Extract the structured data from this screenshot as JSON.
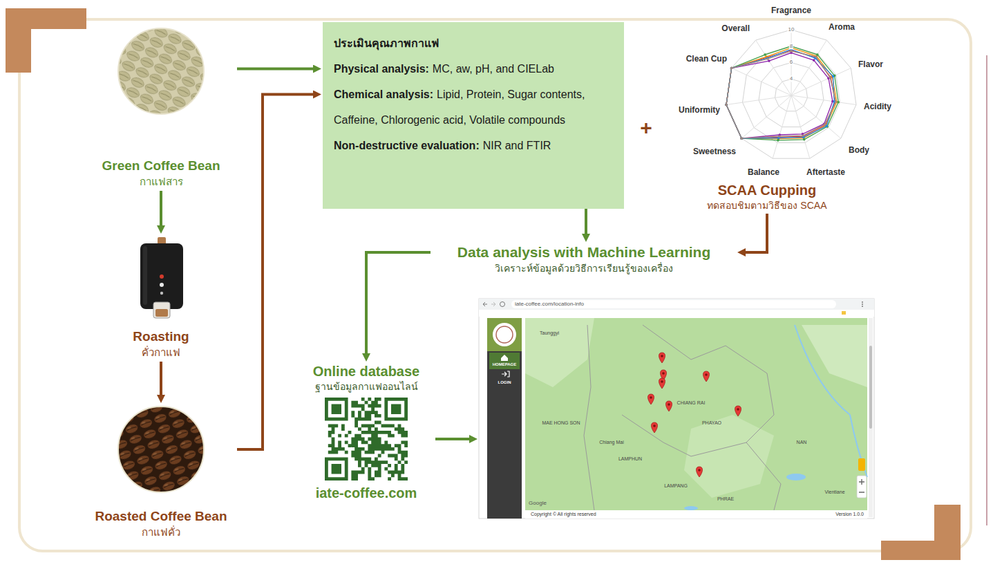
{
  "diagram": {
    "nodes": [
      {
        "text": [
          "Green Coffee Bean",
          "กาแฟสาร"
        ]
      },
      {
        "text": [
          "Roasting",
          "คั่วกาแฟ"
        ]
      },
      {
        "text": [
          "Roasted Coffee Bean",
          "กาแฟคั่ว"
        ]
      },
      {
        "text": [
          "ประเมินคุณภาพกาแฟ",
          "Physical analysis:",
          "MC, aw, pH, and CIELab",
          "Chemical analysis:",
          "Lipid, Protein, Sugar contents, Caffeine, Chlorogenic acid, Volatile compounds",
          "Non-destructive evaluation:",
          "NIR and FTIR"
        ]
      },
      {
        "text": [
          "SCAA Cupping",
          "ทดสอบชิมตามวิธีของ SCAA"
        ]
      },
      {
        "text": [
          "Data analysis with Machine Learning",
          "วิเคราะห์ข้อมูลด้วยวิธีการเรียนรู้ของเครื่อง"
        ]
      },
      {
        "text": [
          "Online database",
          "ฐานข้อมูลกาแฟออนไลน์",
          "iate-coffee.com"
        ]
      },
      {
        "text": [
          "iate-coffee.com/location-info"
        ]
      }
    ],
    "edges": [
      {
        "from": 0,
        "to": 1,
        "arrow": "to"
      },
      {
        "from": 1,
        "to": 2,
        "arrow": "to"
      },
      {
        "from": 0,
        "to": 3,
        "arrow": "to"
      },
      {
        "from": 2,
        "to": 3,
        "arrow": "to"
      },
      {
        "from": 3,
        "to": 5,
        "arrow": "to"
      },
      {
        "from": 4,
        "to": 5,
        "arrow": "to"
      },
      {
        "from": 5,
        "to": 6,
        "arrow": "to"
      },
      {
        "from": 6,
        "to": 7,
        "arrow": "to"
      }
    ],
    "labels": [
      "+",
      "Fragrance",
      "Aroma",
      "Flavor",
      "Acidity",
      "Body",
      "Aftertaste",
      "Balance",
      "Sweetness",
      "Uniformity",
      "Clean Cup",
      "Overall",
      "10",
      "8",
      "6",
      "4",
      "HOMEPAGE",
      "LOGIN",
      "Taunggyi",
      "MAE HONG SON",
      "Chiang Mai",
      "CHIANG RAI",
      "PHAYAO",
      "NAN",
      "LAMPHUN",
      "LAMPANG",
      "PHRAE",
      "Vientiane",
      "Google",
      "Copyright © All rights reserved",
      "Version 1.0.0"
    ]
  }
}
